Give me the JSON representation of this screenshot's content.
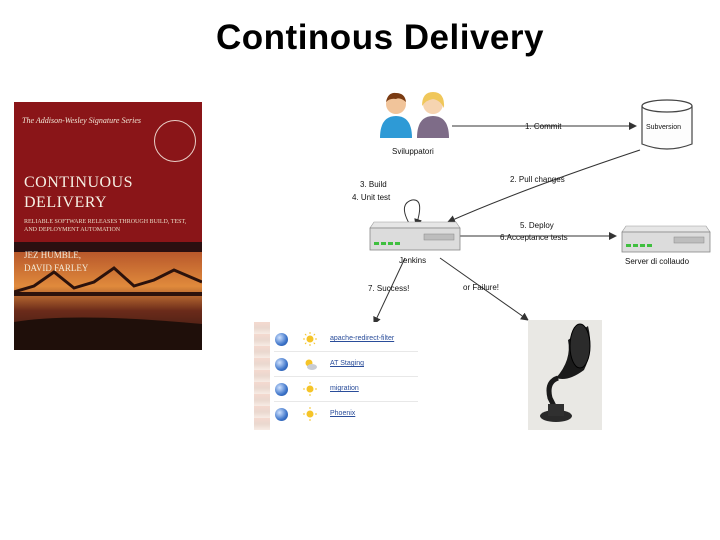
{
  "title": "Continous Delivery",
  "book": {
    "series": "The Addison-Wesley Signature Series",
    "title_line1": "Continuous",
    "title_line2": "Delivery",
    "subtitle": "Reliable Software Releases through Build, Test, and Deployment Automation",
    "author1": "Jez Humble,",
    "author2": "David Farley"
  },
  "nodes": {
    "developers": "Sviluppatori",
    "svn": "Subversion",
    "jenkins": "Jenkins",
    "test_server": "Server di collaudo"
  },
  "steps": {
    "commit": "1. Commit",
    "pull": "2. Pull changes",
    "build": "3. Build",
    "unit": "4. Unit test",
    "deploy": "5. Deploy",
    "acceptance": "6.Acceptance tests",
    "success": "7. Success!",
    "failure": "or Failure!"
  },
  "jobs": [
    {
      "name": "apache-redirect-filter",
      "weather": "sunny"
    },
    {
      "name": "AT Staging",
      "weather": "cloudy"
    },
    {
      "name": "migration",
      "weather": "sunny"
    },
    {
      "name": "Phoenix",
      "weather": "sunny"
    }
  ],
  "colors": {
    "arrow": "#333333",
    "device_led": "#3fbf3f",
    "job_link": "#2a4d9a",
    "status_ball": "#3d74c9"
  },
  "icons": {
    "developers": "people-icon",
    "svn": "database-icon",
    "jenkins": "server-icon",
    "test_server": "server-icon",
    "status": "blue-ball-icon",
    "weather": "sun-icon",
    "alarm": "gramophone-horn-icon"
  }
}
